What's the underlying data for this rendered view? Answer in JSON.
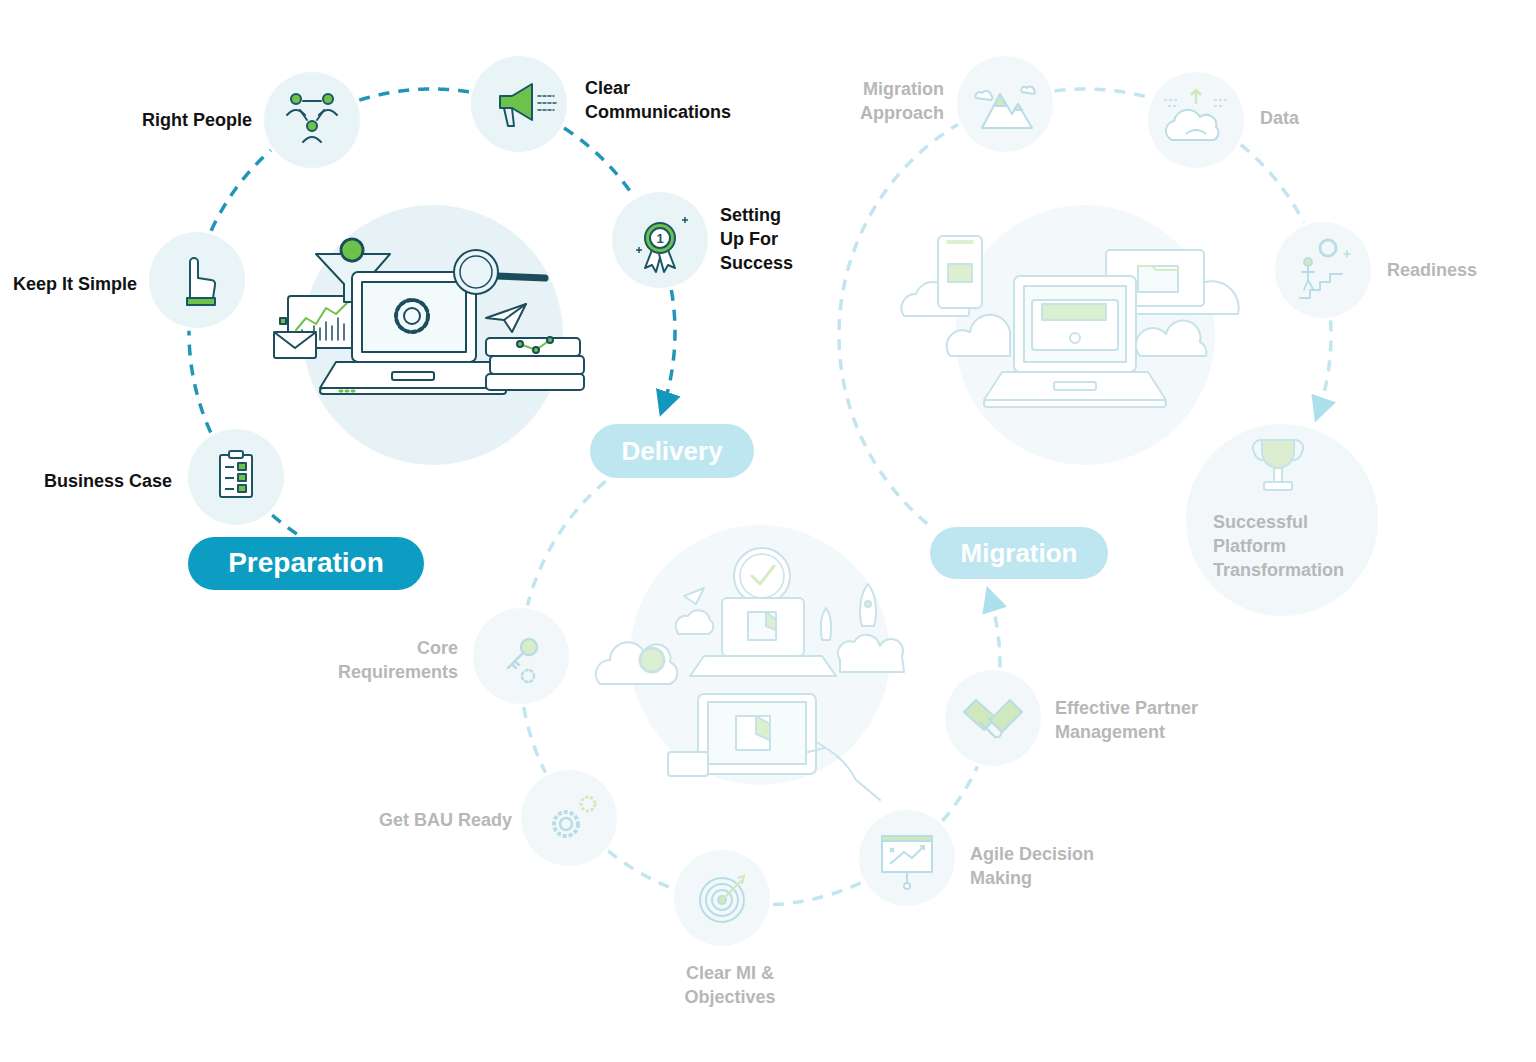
{
  "diagram": {
    "nodes": [
      {
        "text": [
          "Preparation"
        ]
      },
      {
        "text": [
          "Business Case"
        ]
      },
      {
        "text": [
          "Keep It Simple"
        ]
      },
      {
        "text": [
          "Right People"
        ]
      },
      {
        "text": [
          "Clear Communications"
        ]
      },
      {
        "text": [
          "Setting Up For Success"
        ]
      },
      {
        "text": [
          "Delivery"
        ]
      },
      {
        "text": [
          "Core Requirements"
        ]
      },
      {
        "text": [
          "Get BAU Ready"
        ]
      },
      {
        "text": [
          "Clear MI & Objectives"
        ]
      },
      {
        "text": [
          "Agile Decision Making"
        ]
      },
      {
        "text": [
          "Effective Partner Management"
        ]
      },
      {
        "text": [
          "Migration"
        ]
      },
      {
        "text": [
          "Migration Approach"
        ]
      },
      {
        "text": [
          "Data"
        ]
      },
      {
        "text": [
          "Readiness"
        ]
      },
      {
        "text": [
          "Successful Platform Transformation"
        ]
      }
    ],
    "edges": [
      {
        "from": 0,
        "to": 1,
        "arrow": "none"
      },
      {
        "from": 1,
        "to": 2,
        "arrow": "none"
      },
      {
        "from": 2,
        "to": 3,
        "arrow": "none"
      },
      {
        "from": 3,
        "to": 4,
        "arrow": "none"
      },
      {
        "from": 4,
        "to": 5,
        "arrow": "none"
      },
      {
        "from": 5,
        "to": 6,
        "arrow": "to"
      },
      {
        "from": 6,
        "to": 7,
        "arrow": "none"
      },
      {
        "from": 7,
        "to": 8,
        "arrow": "none"
      },
      {
        "from": 8,
        "to": 9,
        "arrow": "none"
      },
      {
        "from": 9,
        "to": 10,
        "arrow": "none"
      },
      {
        "from": 10,
        "to": 11,
        "arrow": "none"
      },
      {
        "from": 11,
        "to": 12,
        "arrow": "to"
      },
      {
        "from": 12,
        "to": 13,
        "arrow": "none"
      },
      {
        "from": 13,
        "to": 14,
        "arrow": "none"
      },
      {
        "from": 14,
        "to": 15,
        "arrow": "none"
      },
      {
        "from": 15,
        "to": 16,
        "arrow": "to"
      }
    ],
    "labels": [
      "1"
    ]
  }
}
